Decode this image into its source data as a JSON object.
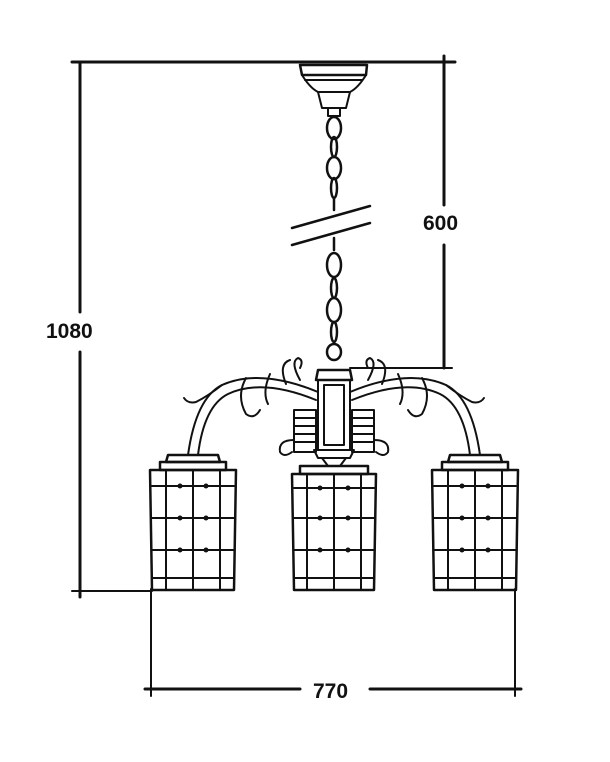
{
  "dimensions": {
    "overall_height": "1080",
    "chain_length": "600",
    "overall_width": "770"
  },
  "colors": {
    "line": "#111111",
    "background": "#ffffff"
  }
}
